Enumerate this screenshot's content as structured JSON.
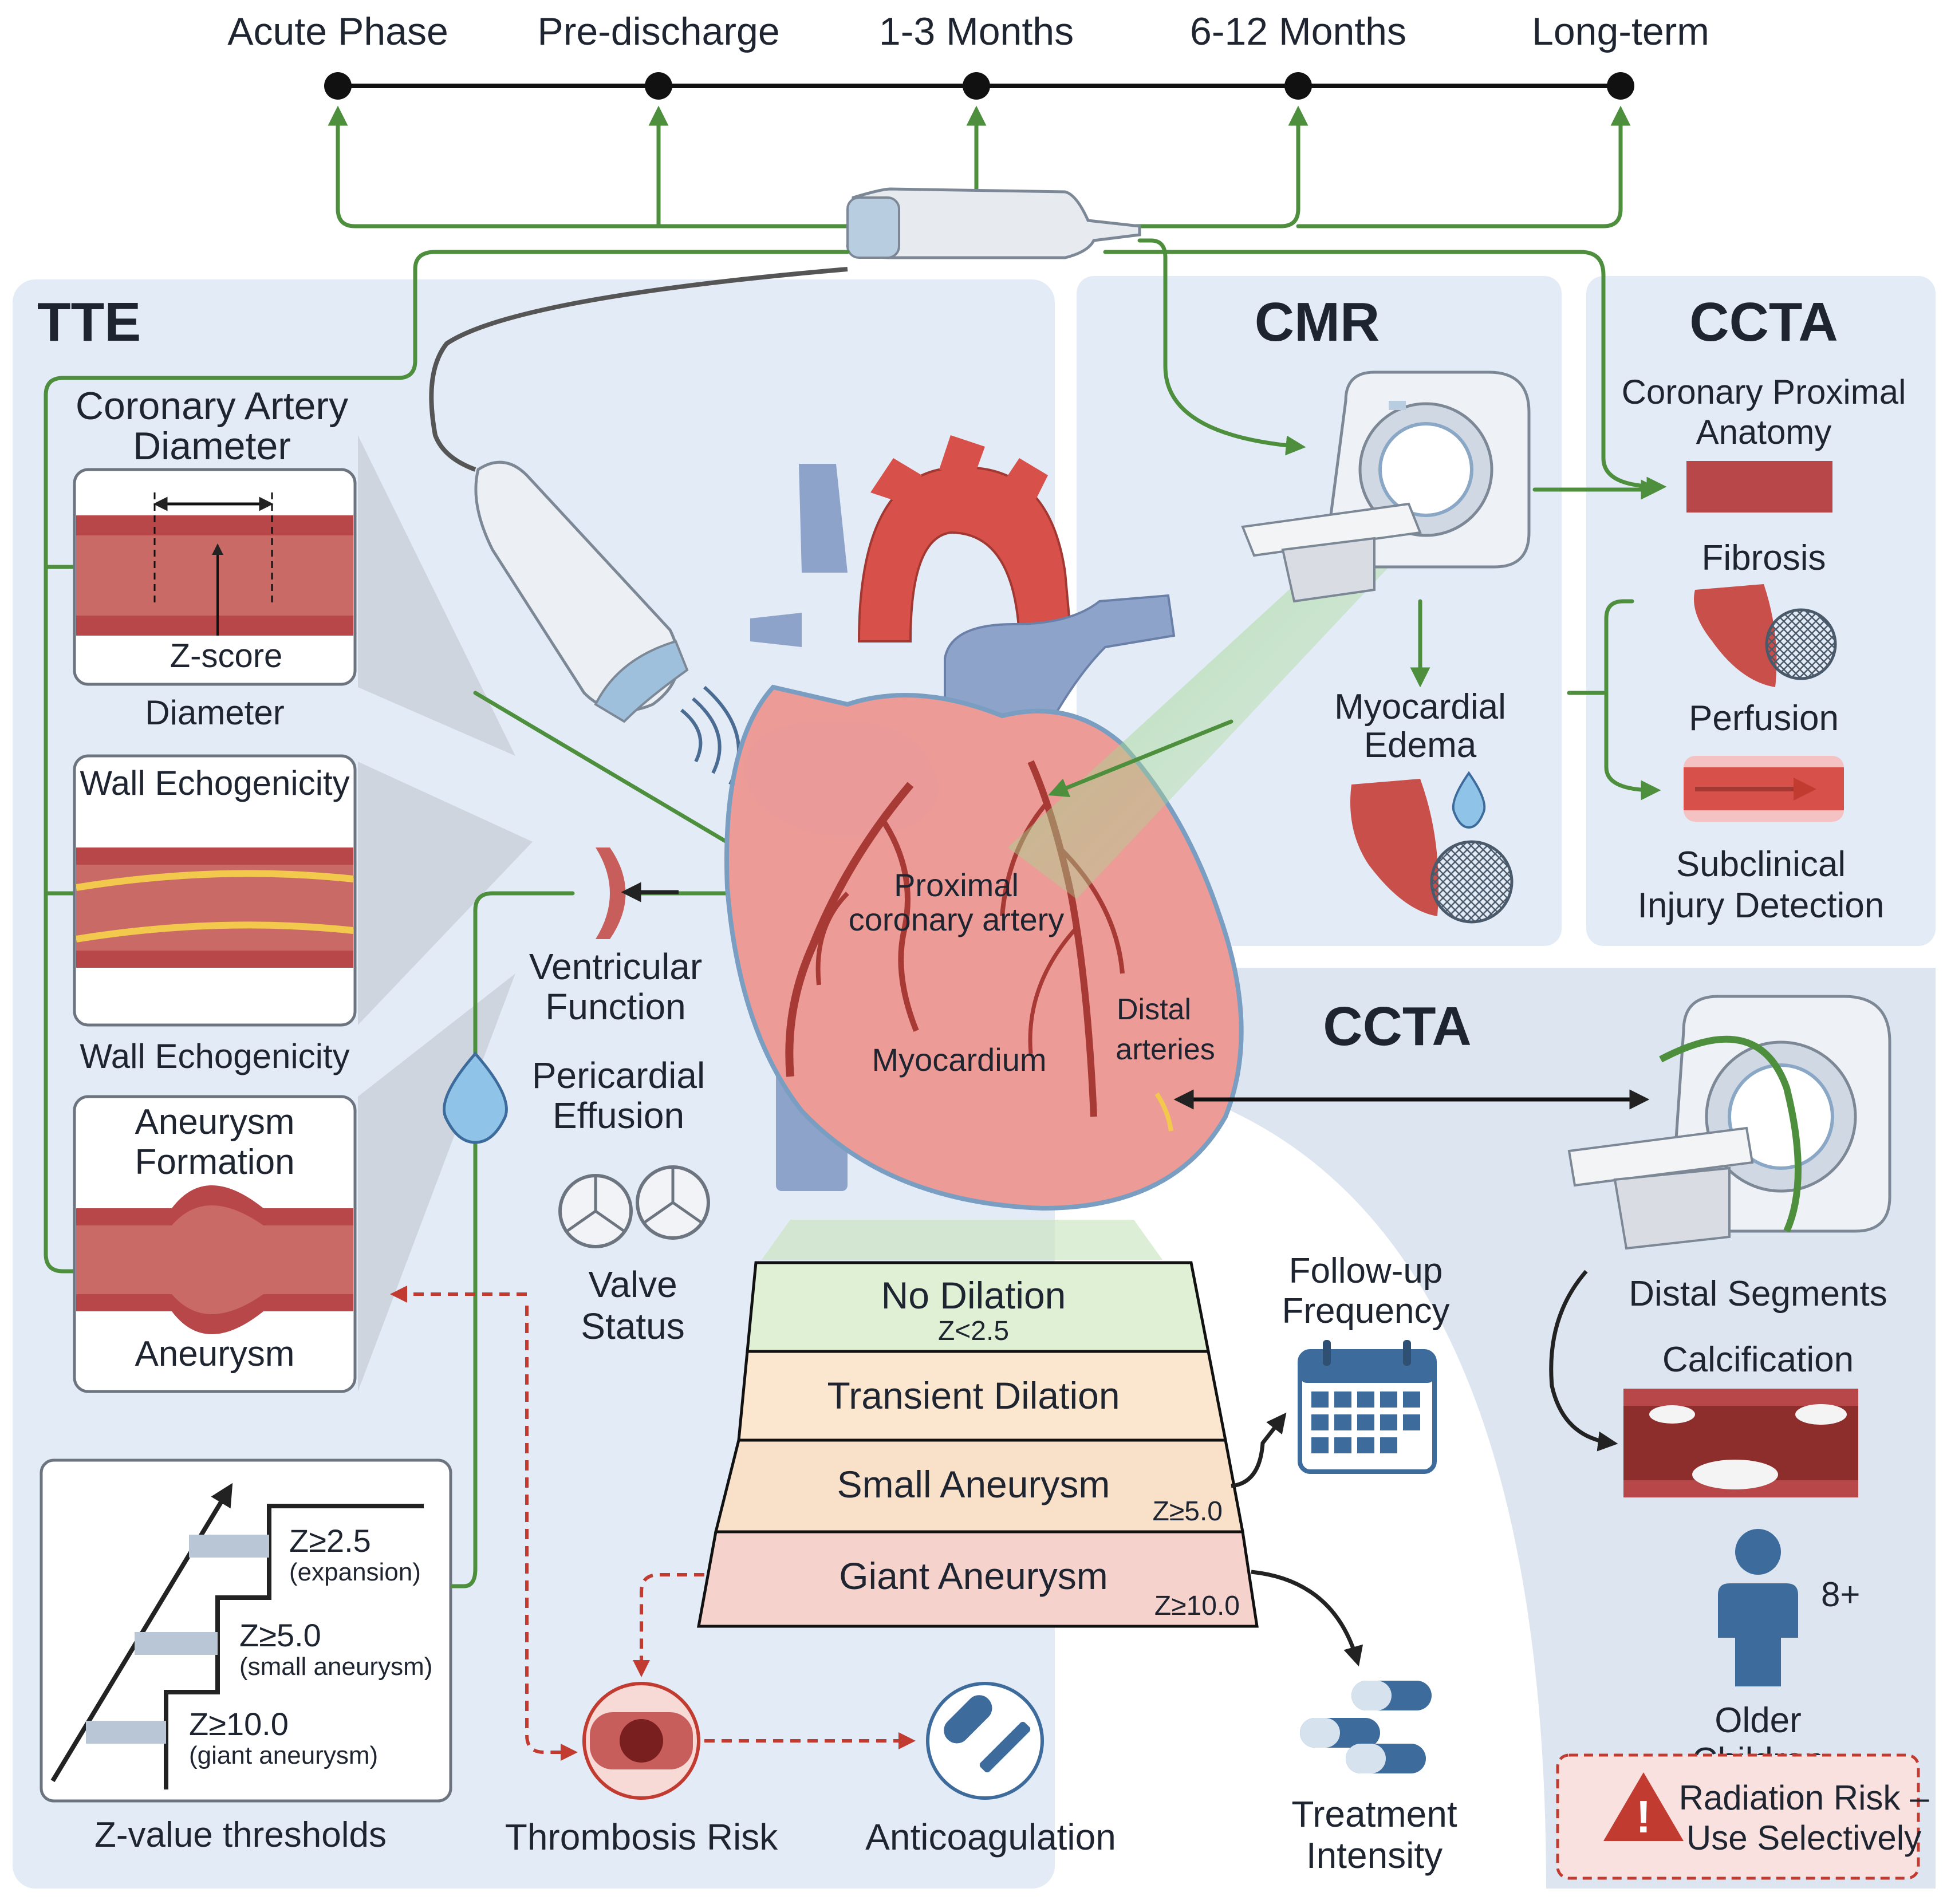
{
  "timeline": [
    "Acute Phase",
    "Pre-discharge",
    "1-3 Months",
    "6-12 Months",
    "Long-term"
  ],
  "tte": {
    "title": "TTE",
    "coronary_artery_diameter": [
      "Coronary Artery",
      "Diameter"
    ],
    "z_score": "Z-score",
    "diameter": "Diameter",
    "wall_echogenicity_top": "Wall Echogenicity",
    "wall_echogenicity_bottom": "Wall Echogenicity",
    "aneurysm_formation": [
      "Aneurysm",
      "Formation"
    ],
    "aneurysm": "Aneurysm",
    "z_thresholds": [
      {
        "value": "Z≥2.5",
        "desc": "(expansion)"
      },
      {
        "value": "Z≥5.0",
        "desc": "(small aneurysm)"
      },
      {
        "value": "Z≥10.0",
        "desc": "(giant aneurysm)"
      }
    ],
    "z_caption": "Z-value thresholds",
    "ventricular_function": [
      "Ventricular",
      "Function"
    ],
    "pericardial_effusion": [
      "Pericardial",
      "Effusion"
    ],
    "valve_status": [
      "Valve",
      "Status"
    ]
  },
  "heart": {
    "proximal": [
      "Proximal",
      "coronary artery"
    ],
    "distal": [
      "Distal",
      "arteries"
    ],
    "myocardium": "Myocardium"
  },
  "cmr": {
    "title": "CMR",
    "myocardial_edema": [
      "Myocardial",
      "Edema"
    ]
  },
  "ccta_top": {
    "title": "CCTA",
    "proximal_anatomy": [
      "Coronary Proximal",
      "Anatomy"
    ],
    "fibrosis": "Fibrosis",
    "perfusion": "Perfusion",
    "subclinical": [
      "Subclinical",
      "Injury Detection"
    ]
  },
  "ccta_bottom": {
    "title": "CCTA",
    "distal_segments": "Distal Segments",
    "calcification": "Calcification",
    "age": "8+",
    "older_children": [
      "Older",
      "Children"
    ],
    "radiation": [
      "Radiation Risk –",
      "Use Selectively"
    ]
  },
  "pyramid": [
    {
      "label": "No Dilation",
      "sub": "Z<2.5",
      "color": "#dff0d4"
    },
    {
      "label": "Transient Dilation",
      "sub": "",
      "color": "#fbe7cf"
    },
    {
      "label": "Small Aneurysm",
      "sub": "Z≥5.0",
      "color": "#f9e0c9"
    },
    {
      "label": "Giant Aneurysm",
      "sub": "Z≥10.0",
      "color": "#f6d2cc"
    }
  ],
  "follow_up": [
    "Follow-up",
    "Frequency"
  ],
  "thrombosis": "Thrombosis Risk",
  "anticoagulation": "Anticoagulation",
  "treatment": [
    "Treatment",
    "Intensity"
  ],
  "colors": {
    "flow_green": "#4e8f3e",
    "vessel_red": "#b8474a",
    "panel_blue": "#e3ecf6",
    "alert_red": "#c23b31"
  }
}
